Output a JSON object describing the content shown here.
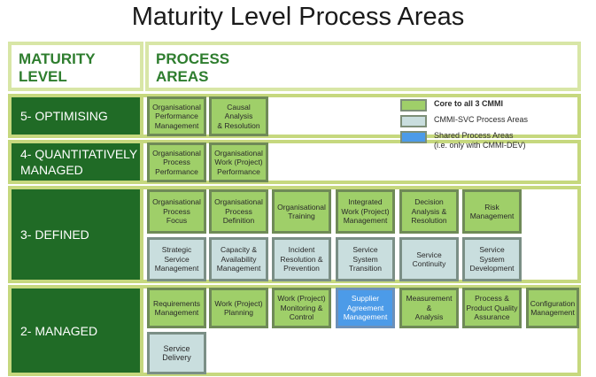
{
  "title": "Maturity Level Process Areas",
  "header": {
    "maturity_line1": "MATURITY",
    "maturity_line2": "LEVEL",
    "process_line1": "PROCESS",
    "process_line2": "AREAS"
  },
  "levels": {
    "optimising": "5- OPTIMISING",
    "quant_line1": "4- QUANTITATIVELY",
    "quant_line2": "MANAGED",
    "defined": "3- DEFINED",
    "managed": "2- MANAGED"
  },
  "legend": {
    "core": "Core to all 3 CMMI",
    "svc": "CMMI-SVC Process Areas",
    "shared_line1": "Shared Process Areas",
    "shared_line2": "(i.e. only with CMMI-DEV)",
    "colors": {
      "core": "#9fcf69",
      "svc": "#c9dede",
      "shared": "#4c9be8"
    }
  },
  "areas": {
    "opm": [
      "Organisational",
      "Performance",
      "Management"
    ],
    "car": [
      "Causal Analysis",
      "& Resolution"
    ],
    "opp": [
      "Organisational",
      "Process",
      "Performance"
    ],
    "owpp": [
      "Organisational",
      "Work (Project)",
      "Performance"
    ],
    "opf": [
      "Organisational",
      "Process",
      "Focus"
    ],
    "opd": [
      "Organisational",
      "Process",
      "Definition"
    ],
    "ot": [
      "Organisational",
      "Training"
    ],
    "iwm": [
      "Integrated",
      "Work (Project)",
      "Management"
    ],
    "dar": [
      "Decision",
      "Analysis &",
      "Resolution"
    ],
    "rm": [
      "Risk",
      "Management"
    ],
    "ssm": [
      "Strategic",
      "Service",
      "Management"
    ],
    "cam": [
      "Capacity &",
      "Availability",
      "Management"
    ],
    "irp": [
      "Incident",
      "Resolution &",
      "Prevention"
    ],
    "sst": [
      "Service",
      "System",
      "Transition"
    ],
    "scon": [
      "Service",
      "Continuity"
    ],
    "ssd": [
      "Service",
      "System",
      "Development"
    ],
    "reqm": [
      "Requirements",
      "Management"
    ],
    "wp": [
      "Work (Project)",
      "Planning"
    ],
    "wmc": [
      "Work (Project)",
      "Monitoring &",
      "Control"
    ],
    "sam": [
      "Supplier",
      "Agreement",
      "Management"
    ],
    "ma": [
      "Measurement &",
      "Analysis"
    ],
    "ppqa": [
      "Process &",
      "Product Quality",
      "Assurance"
    ],
    "cm": [
      "Configuration",
      "Management"
    ],
    "sd": [
      "Service",
      "Delivery"
    ]
  }
}
